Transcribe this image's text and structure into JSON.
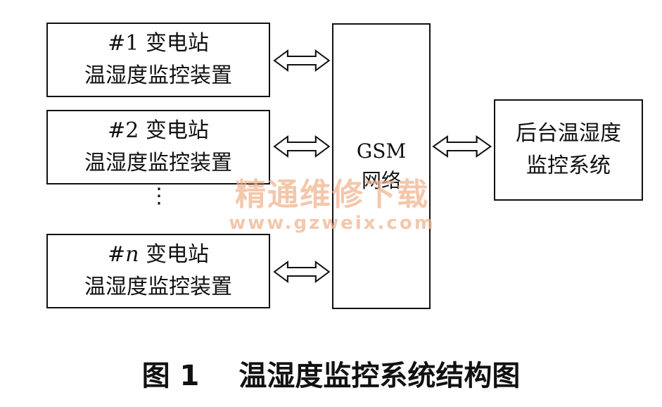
{
  "stations": [
    {
      "number": "#1",
      "title": "变电站",
      "device": "温湿度监控装置"
    },
    {
      "number": "#2",
      "title": "变电站",
      "device": "温湿度监控装置"
    },
    {
      "number": "#n",
      "title": "变电站",
      "device": "温湿度监控装置"
    }
  ],
  "ellipsis": "⋮",
  "network": {
    "line1": "GSM",
    "line2": "网络"
  },
  "backend": {
    "line1": "后台温湿度",
    "line2": "监控系统"
  },
  "watermark": {
    "text": "精通维修下载",
    "url": "www.gzweix.com"
  },
  "caption": {
    "figure": "图 1",
    "title": "温湿度监控系统结构图"
  }
}
